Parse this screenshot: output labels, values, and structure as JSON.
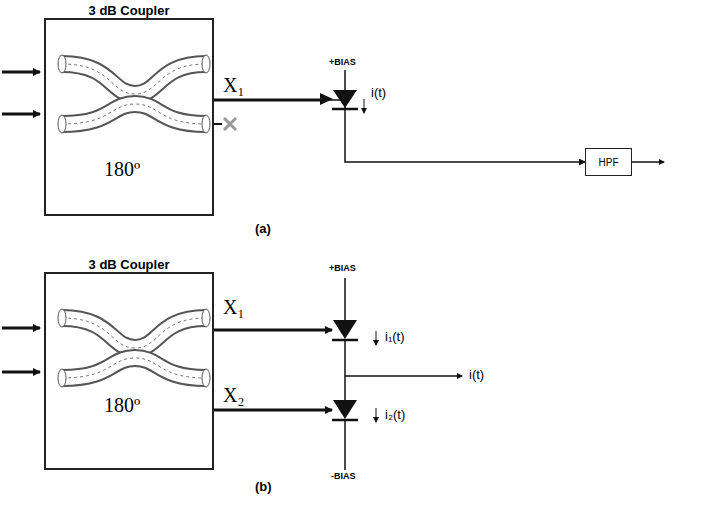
{
  "diagram": {
    "nodes": [
      {
        "text": [
          "3 dB Coupler",
          "180º"
        ]
      },
      {
        "text": [
          "HPF"
        ]
      },
      {
        "text": [
          "3 dB Coupler",
          "180º"
        ]
      }
    ],
    "edges": [
      {
        "from": 0,
        "to": 1,
        "arrow": "to"
      }
    ],
    "labels": [
      "X₁",
      "+BIAS",
      "i(t)",
      "(a)",
      "X₁",
      "X₂",
      "+BIAS",
      "i₁(t)",
      "i(t)",
      "i₂(t)",
      "-BIAS",
      "(b)"
    ]
  }
}
